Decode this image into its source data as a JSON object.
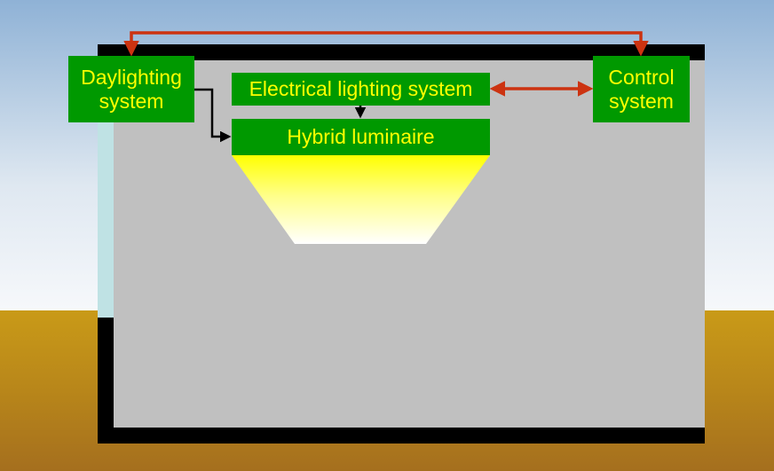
{
  "boxes": {
    "daylighting_line1": "Daylighting",
    "daylighting_line2": "system",
    "control_line1": "Control",
    "control_line2": "system",
    "electrical": "Electrical lighting system",
    "hybrid": "Hybrid luminaire"
  },
  "colors": {
    "box_fill": "#009900",
    "box_text": "#ffff00",
    "control_arrow": "#cc3311",
    "flow_arrow": "#000000",
    "interior": "#c0c0c0",
    "building_wall": "#000000"
  }
}
